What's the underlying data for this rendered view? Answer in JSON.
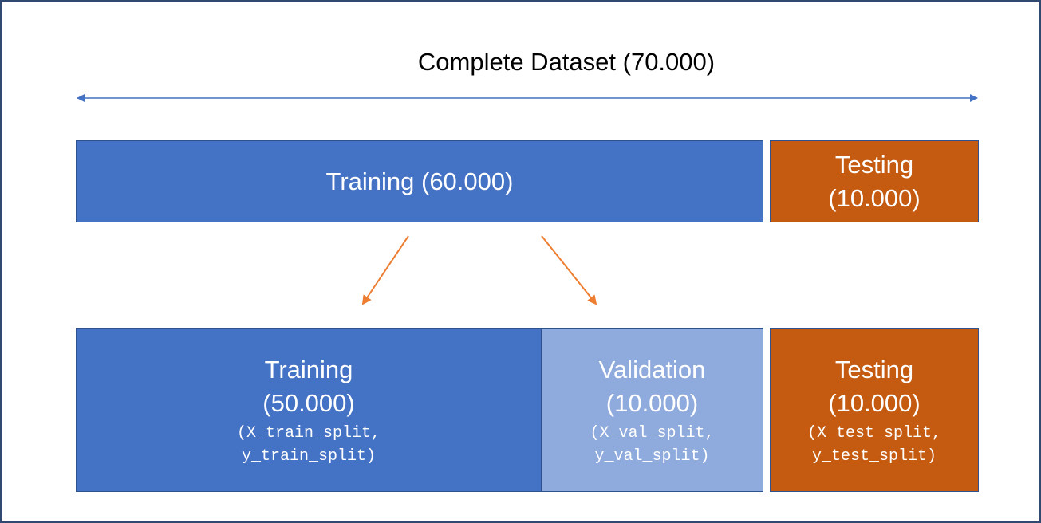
{
  "title": "Complete Dataset (70.000)",
  "top_row": {
    "training": "Training (60.000)",
    "testing_line1": "Testing",
    "testing_line2": "(10.000)"
  },
  "bottom_row": {
    "training": {
      "line1": "Training",
      "line2": "(50.000)",
      "code1": "(X_train_split,",
      "code2": "y_train_split)"
    },
    "validation": {
      "line1": "Validation",
      "line2": "(10.000)",
      "code1": "(X_val_split,",
      "code2": "y_val_split)"
    },
    "testing": {
      "line1": "Testing",
      "line2": "(10.000)",
      "code1": "(X_test_split,",
      "code2": "y_test_split)"
    }
  },
  "colors": {
    "training": "#4472c4",
    "validation": "#8faadc",
    "testing": "#c55a11",
    "span_arrow": "#4472c4",
    "split_arrows": "#ed7d31"
  }
}
